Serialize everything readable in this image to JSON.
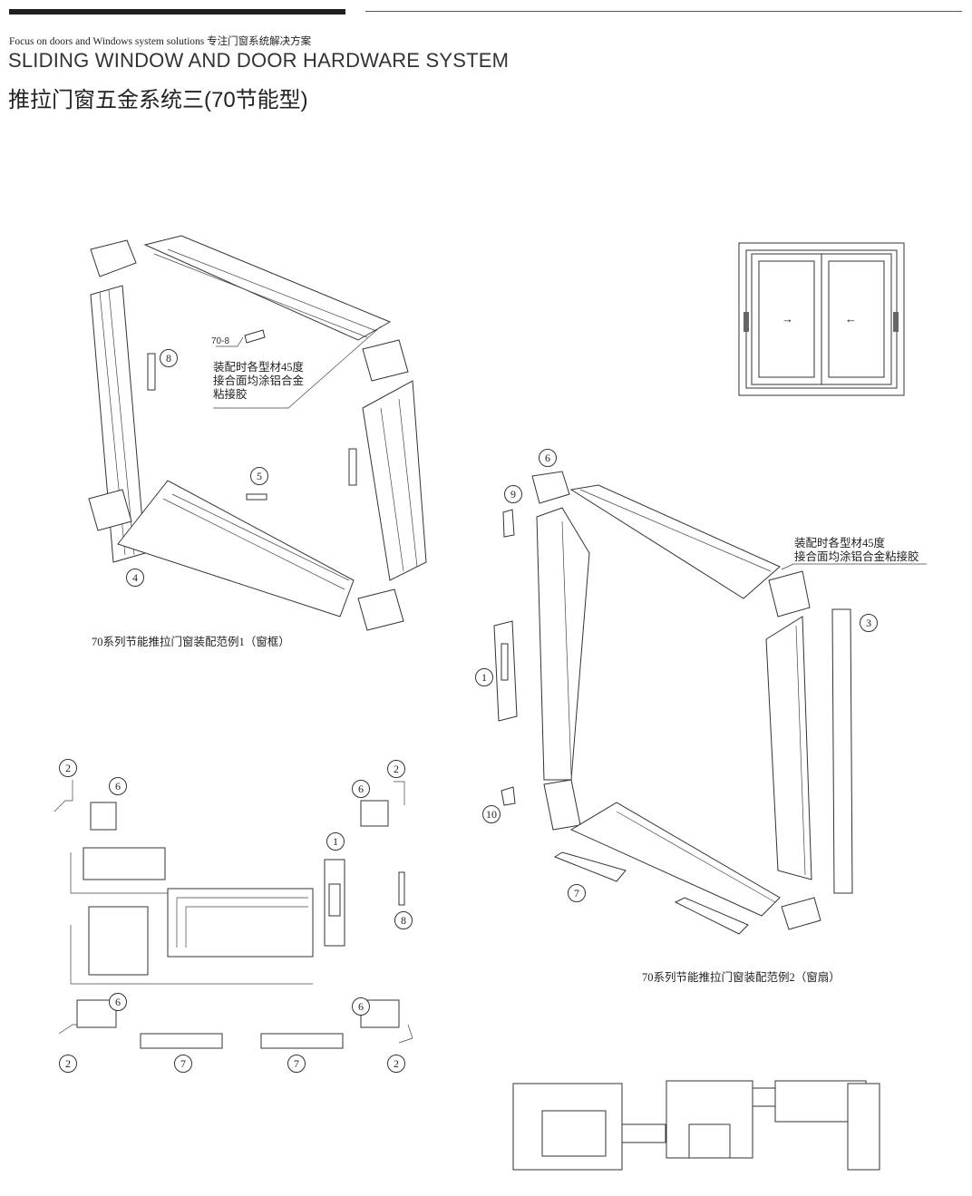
{
  "header": {
    "tagline": "Focus on doors and Windows system solutions 专注门窗系统解决方案",
    "title_en": "SLIDING WINDOW AND DOOR HARDWARE SYSTEM",
    "title_cn": "推拉门窗五金系统三(70节能型)"
  },
  "frame_example": {
    "part_code": "70-8",
    "note_lines": [
      "装配时各型材45度",
      "接合面均涂铝合金",
      "粘接胶"
    ],
    "caption": "70系列节能推拉门窗装配范例1（窗框）",
    "callouts": [
      "8",
      "5",
      "4"
    ]
  },
  "sash_example": {
    "note_lines": [
      "装配时各型材45度",
      "接合面均涂铝合金粘接胶"
    ],
    "caption": "70系列节能推拉门窗装配范例2（窗扇）",
    "callouts": [
      "6",
      "9",
      "3",
      "1",
      "10",
      "7"
    ]
  },
  "detail_example": {
    "callouts": [
      "2",
      "6",
      "1",
      "6",
      "2",
      "8",
      "6",
      "6",
      "2",
      "7",
      "7",
      "2"
    ]
  },
  "elevation": {
    "arrow_left": "→",
    "arrow_right": "←"
  }
}
